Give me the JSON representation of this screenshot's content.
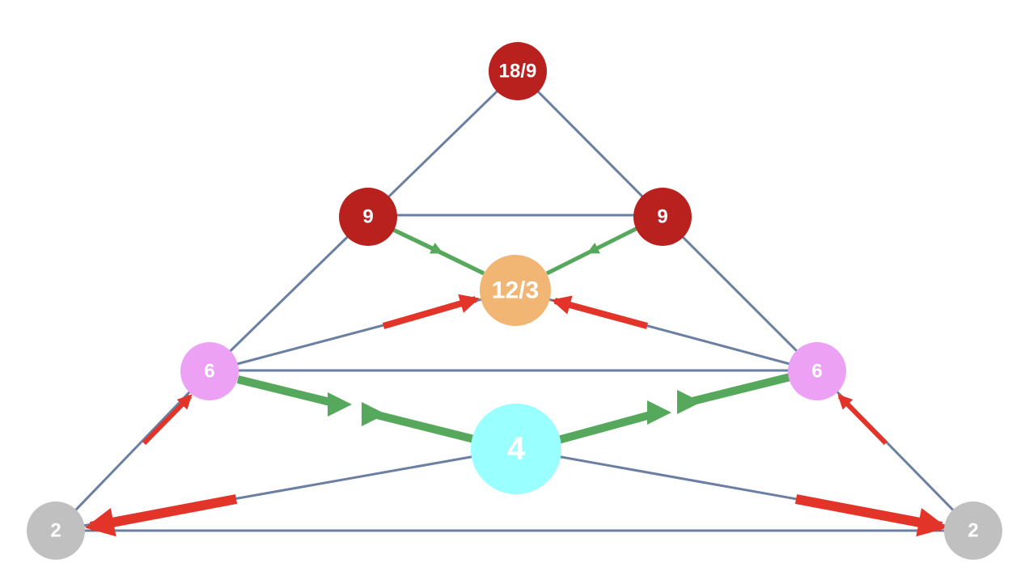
{
  "colors": {
    "edge": "#6a7fa2",
    "red_arrow": "#e3342a",
    "green_arrow": "#56a85c",
    "dark_red_node": "#b8211d",
    "orange_node": "#f1b574",
    "pink_node": "#eca1f4",
    "cyan_node": "#99ffff",
    "gray_node": "#c0c0c0"
  },
  "nodes": {
    "top": {
      "label": "18/9"
    },
    "upper_left": {
      "label": "9"
    },
    "upper_right": {
      "label": "9"
    },
    "center": {
      "label": "12/3"
    },
    "mid_left": {
      "label": "6"
    },
    "mid_right": {
      "label": "6"
    },
    "bottom_center": {
      "label": "4"
    },
    "bottom_left": {
      "label": "2"
    },
    "bottom_right": {
      "label": "2"
    }
  }
}
